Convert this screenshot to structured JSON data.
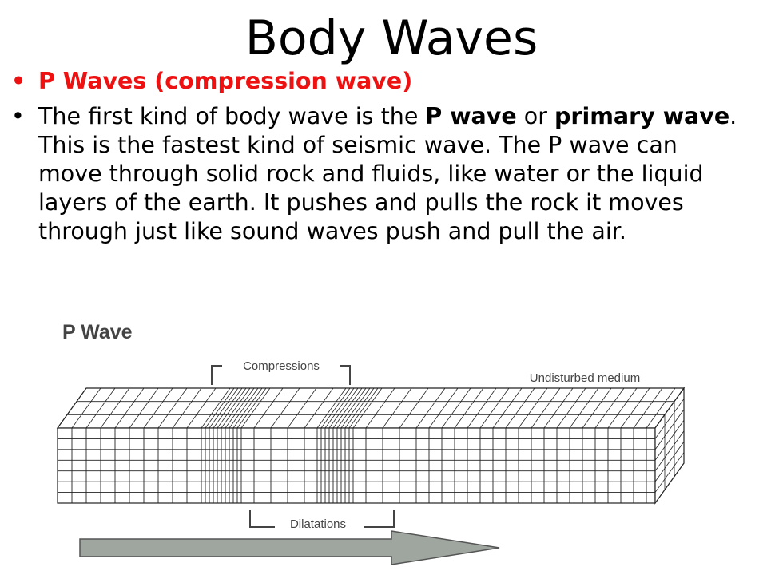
{
  "slide": {
    "title": "Body Waves",
    "bullet_1": "P Waves (compression wave)",
    "bullet_2": {
      "part1": "The first kind of body wave is the ",
      "bold1": "P wave",
      "part2": " or ",
      "bold2": "primary wave",
      "part3": ". This is the fastest kind of seismic wave. The P wave can move through solid rock and fluids, like water or the liquid layers of the earth. It pushes and pulls the rock it moves through just like sound waves push and pull the air."
    }
  },
  "figure": {
    "title": "P Wave",
    "label_compressions": "Compressions",
    "label_dilatations": "Dilatations",
    "label_undisturbed": "Undisturbed medium",
    "colors": {
      "grid_line": "#222222",
      "arrow_fill": "#9fa6a0",
      "label": "#444444"
    }
  }
}
